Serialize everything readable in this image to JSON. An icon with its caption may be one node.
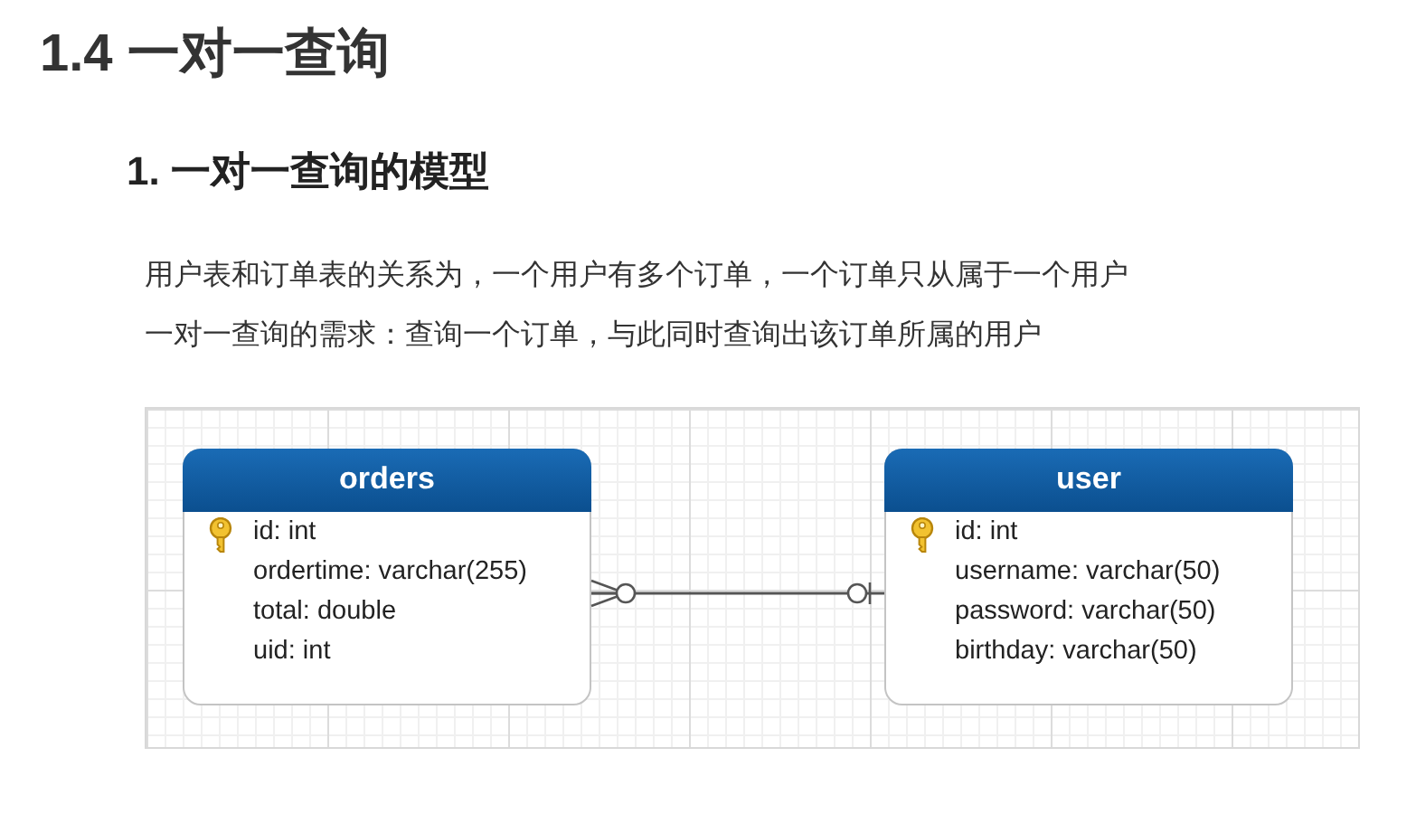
{
  "diagram": {
    "title": "1.4 一对一查询",
    "nodes": [
      {
        "text": [
          "orders",
          "id: int",
          "ordertime: varchar(255)",
          "total: double",
          "uid: int"
        ]
      },
      {
        "text": [
          "user",
          "id: int",
          "username: varchar(50)",
          "password: varchar(50)",
          "birthday: varchar(50)"
        ]
      }
    ],
    "edges": [
      {
        "from": 0,
        "to": 1,
        "arrow": "other"
      }
    ],
    "labels": [
      "1. 一对一查询的模型",
      "用户表和订单表的关系为，一个用户有多个订单，一个订单只从属于一个用户",
      "一对一查询的需求：查询一个订单，与此同时查询出该订单所属的用户"
    ]
  }
}
